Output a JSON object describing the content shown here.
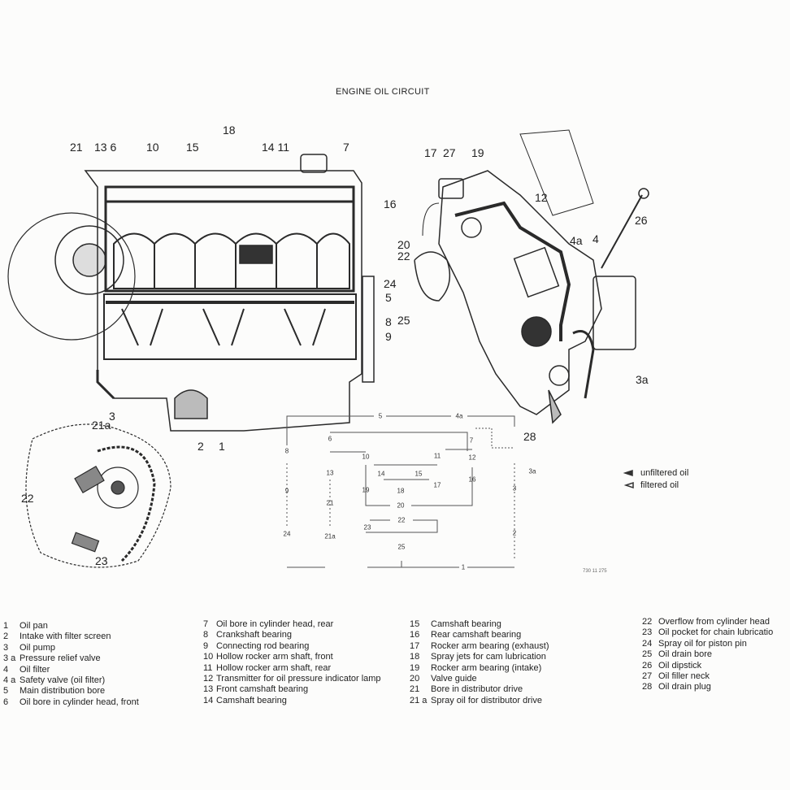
{
  "title": "ENGINE OIL CIRCUIT",
  "engine_side_callouts": [
    {
      "label": "18"
    },
    {
      "label": "21"
    },
    {
      "label": "13 6"
    },
    {
      "label": "10"
    },
    {
      "label": "15"
    },
    {
      "label": "14 11"
    },
    {
      "label": "7"
    },
    {
      "label": "16"
    },
    {
      "label": "24"
    },
    {
      "label": "5"
    },
    {
      "label": "8"
    },
    {
      "label": "9"
    },
    {
      "label": "3"
    },
    {
      "label": "21a"
    },
    {
      "label": "2"
    },
    {
      "label": "1"
    },
    {
      "label": "22"
    },
    {
      "label": "23"
    }
  ],
  "engine_section_callouts": [
    {
      "label": "17"
    },
    {
      "label": "27"
    },
    {
      "label": "19"
    },
    {
      "label": "12"
    },
    {
      "label": "26"
    },
    {
      "label": "4a"
    },
    {
      "label": "4"
    },
    {
      "label": "20"
    },
    {
      "label": "22"
    },
    {
      "label": "25"
    },
    {
      "label": "3a"
    },
    {
      "label": "28"
    }
  ],
  "flow_nodes": [
    "5",
    "4a",
    "6",
    "7",
    "8",
    "10",
    "11",
    "12",
    "13",
    "14",
    "15",
    "3a",
    "16",
    "17",
    "9",
    "19",
    "18",
    "3",
    "21",
    "20",
    "22",
    "23",
    "24",
    "21a",
    "2",
    "25",
    "1"
  ],
  "key": {
    "unfiltered": "unfiltered oil",
    "filtered": "filtered oil"
  },
  "drawing_code": "730 11 275",
  "legend": {
    "col1": [
      {
        "n": "1",
        "text": "Oil pan"
      },
      {
        "n": "2",
        "text": "Intake with filter screen"
      },
      {
        "n": "3",
        "text": "Oil pump"
      },
      {
        "n": "3 a",
        "text": "Pressure relief valve"
      },
      {
        "n": "4",
        "text": "Oil filter"
      },
      {
        "n": "4 a",
        "text": "Safety valve (oil filter)"
      },
      {
        "n": "5",
        "text": "Main distribution bore"
      },
      {
        "n": "6",
        "text": "Oil bore in cylinder head, front"
      }
    ],
    "col2": [
      {
        "n": "7",
        "text": "Oil bore in cylinder head, rear"
      },
      {
        "n": "8",
        "text": "Crankshaft bearing"
      },
      {
        "n": "9",
        "text": "Connecting rod bearing"
      },
      {
        "n": "10",
        "text": "Hollow rocker arm shaft, front"
      },
      {
        "n": "11",
        "text": "Hollow rocker arm shaft, rear"
      },
      {
        "n": "12",
        "text": "Transmitter for oil pressure indicator lamp"
      },
      {
        "n": "13",
        "text": "Front camshaft bearing"
      },
      {
        "n": "14",
        "text": "Camshaft bearing"
      }
    ],
    "col3": [
      {
        "n": "15",
        "text": "Camshaft bearing"
      },
      {
        "n": "16",
        "text": "Rear camshaft bearing"
      },
      {
        "n": "17",
        "text": "Rocker arm bearing (exhaust)"
      },
      {
        "n": "18",
        "text": "Spray jets for cam lubrication"
      },
      {
        "n": "19",
        "text": "Rocker arm bearing (intake)"
      },
      {
        "n": "20",
        "text": "Valve guide"
      },
      {
        "n": "21",
        "text": "Bore in distributor drive"
      },
      {
        "n": "21 a",
        "text": "Spray oil for distributor drive"
      }
    ],
    "col4": [
      {
        "n": "22",
        "text": "Overflow from cylinder head"
      },
      {
        "n": "23",
        "text": "Oil pocket for chain lubricatio"
      },
      {
        "n": "24",
        "text": "Spray oil for piston pin"
      },
      {
        "n": "25",
        "text": "Oil drain bore"
      },
      {
        "n": "26",
        "text": "Oil dipstick"
      },
      {
        "n": "27",
        "text": "Oil filler neck"
      },
      {
        "n": "28",
        "text": "Oil drain plug"
      }
    ]
  }
}
